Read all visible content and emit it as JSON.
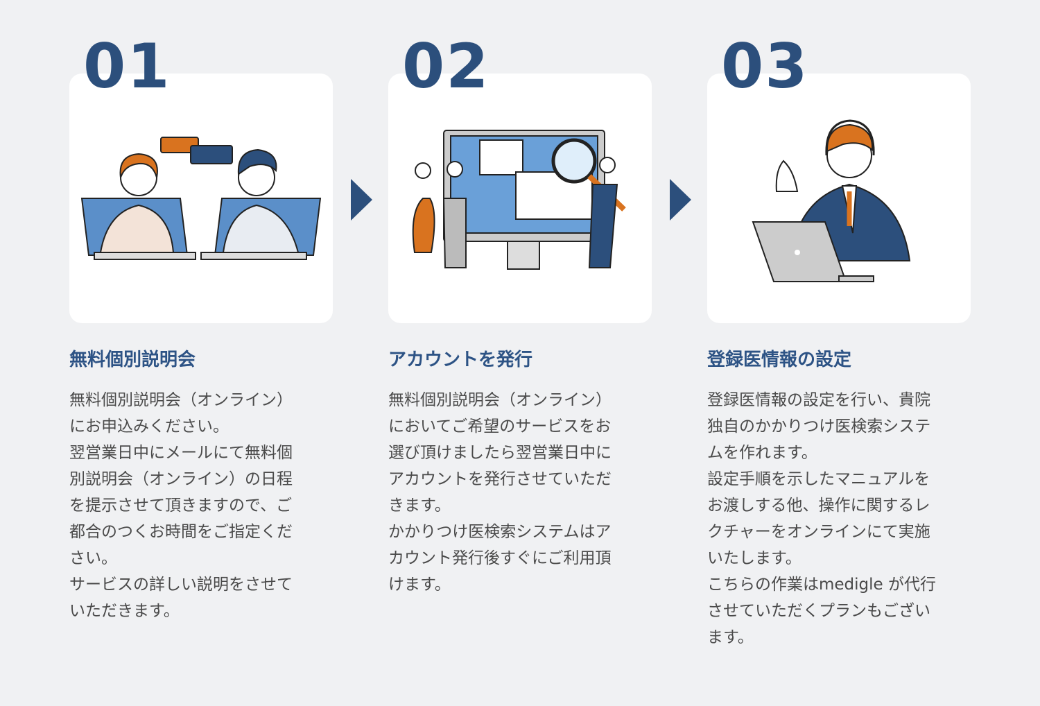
{
  "colors": {
    "accent": "#2c4f7c",
    "orange": "#d9731f",
    "background": "#f0f1f3"
  },
  "steps": [
    {
      "number": "01",
      "title": "無料個別説明会",
      "illustration": "video-call-illustration",
      "lines": [
        "無料個別説明会（オンライン）",
        "にお申込みください。",
        "翌営業日中にメールにて無料個",
        "別説明会（オンライン）の日程",
        "を提示させて頂きますので、ご",
        "都合のつくお時間をご指定くだ",
        "さい。",
        "サービスの詳しい説明をさせて",
        "いただきます。"
      ]
    },
    {
      "number": "02",
      "title": "アカウントを発行",
      "illustration": "dashboard-team-illustration",
      "lines": [
        "無料個別説明会（オンライン）",
        "においてご希望のサービスをお",
        "選び頂けましたら翌営業日中に",
        "アカウントを発行させていただ",
        "きます。",
        "かかりつけ医検索システムはア",
        "カウント発行後すぐにご利用頂",
        "けます。"
      ]
    },
    {
      "number": "03",
      "title": "登録医情報の設定",
      "illustration": "support-operator-illustration",
      "lines": [
        "登録医情報の設定を行い、貴院",
        "独自のかかりつけ医検索システ",
        "ムを作れます。",
        "設定手順を示したマニュアルを",
        "お渡しする他、操作に関するレ",
        "クチャーをオンラインにて実施",
        "いたします。",
        "こちらの作業はmedigle が代行",
        "させていただくプランもござい",
        "ます。"
      ]
    }
  ]
}
